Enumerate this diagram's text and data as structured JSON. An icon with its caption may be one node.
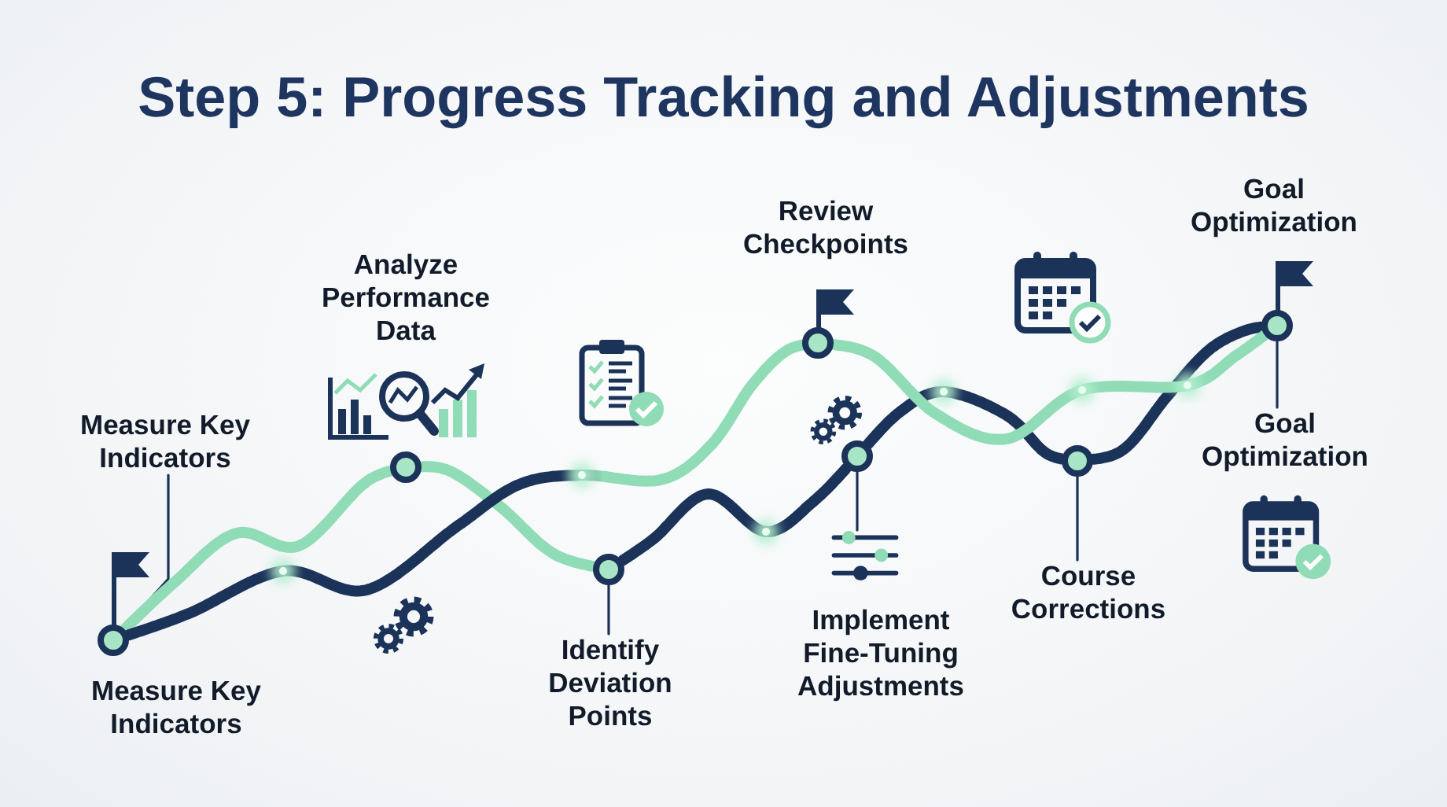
{
  "diagram": {
    "title": "Step 5: Progress Tracking and Adjustments",
    "nodes": [
      {
        "text": [
          "Measure Key Indicators"
        ]
      },
      {
        "text": [],
        "shape": "circle",
        "beside": [
          "Measure Key Indicators"
        ]
      },
      {
        "text": [],
        "shape": "circle"
      },
      {
        "text": [
          "Identify Deviation Points"
        ]
      },
      {
        "text": [],
        "shape": "circle"
      },
      {
        "text": [],
        "shape": "circle",
        "beside": [
          "Review Checkpoints"
        ]
      },
      {
        "text": [],
        "shape": "circle"
      },
      {
        "text": [],
        "shape": "picture",
        "beside": [
          "Implement Fine-Tuning Adjustments"
        ]
      },
      {
        "text": [],
        "shape": "circle"
      },
      {
        "text": [
          "Course Corrections"
        ]
      },
      {
        "text": [],
        "shape": "circle",
        "beside": [
          "Goal Optimization"
        ]
      },
      {
        "text": [
          "Goal Optimization"
        ]
      }
    ],
    "edges": [
      {
        "from": 1,
        "to": 2,
        "arrow": "none",
        "color": "#8fdcb6"
      },
      {
        "from": 2,
        "to": 4,
        "arrow": "none",
        "color": "#8fdcb6"
      },
      {
        "from": 4,
        "to": 6,
        "arrow": "none"
      },
      {
        "from": 6,
        "to": 8,
        "arrow": "none"
      },
      {
        "from": 8,
        "to": 10,
        "arrow": "none"
      },
      {
        "from": 1,
        "to": 5,
        "arrow": "none",
        "color": "#8fdcb6"
      },
      {
        "from": 5,
        "to": 10,
        "arrow": "none",
        "color": "#8fdcb6"
      },
      {
        "from": 0,
        "to": 1,
        "arrow": "none"
      },
      {
        "from": 3,
        "to": 4,
        "arrow": "none"
      },
      {
        "from": 7,
        "to": 6,
        "arrow": "none"
      },
      {
        "from": 9,
        "to": 8,
        "arrow": "none"
      },
      {
        "from": 11,
        "to": 10,
        "arrow": "none"
      }
    ],
    "labels": [
      "Analyze Performance Data"
    ]
  }
}
